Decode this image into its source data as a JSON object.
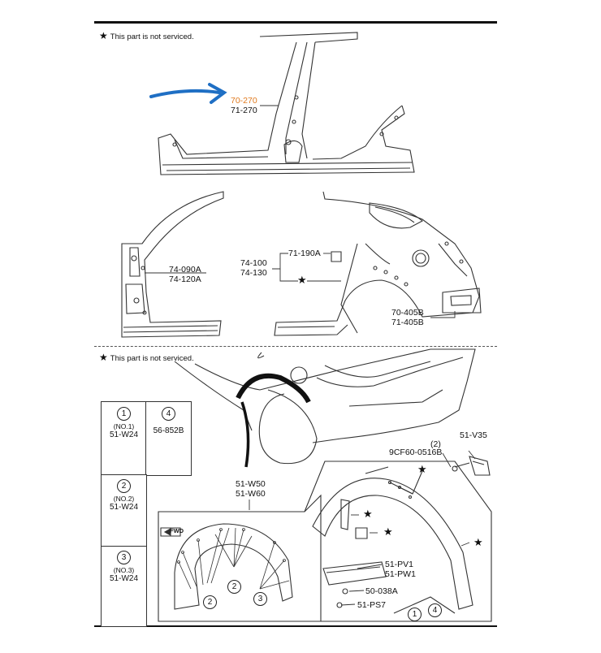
{
  "notes": {
    "top": "This part is not serviced.",
    "bottom": "This part is not serviced.",
    "star_glyph": "★"
  },
  "upper_section": {
    "side_frame": {
      "part_a": "70-270",
      "part_b": "71-270",
      "highlight_color": "#e07a1f",
      "arrow_color": "#1f6fc4"
    },
    "left_quarter": {
      "part_a": "74-090A",
      "part_b": "74-120A"
    },
    "right_quarter": {
      "part_a": "74-100",
      "part_b": "74-130",
      "fuel_lid": "71-190A",
      "star": "★"
    },
    "rear_panel": {
      "part_a": "70-405B",
      "part_b": "71-405B"
    }
  },
  "fasteners_table": {
    "cells": [
      {
        "num": "1",
        "sub": "(NO.1)",
        "part": "51-W24"
      },
      {
        "num": "4",
        "sub": "",
        "part": "56-852B"
      },
      {
        "num": "2",
        "sub": "(NO.2)",
        "part": "51-W24"
      },
      {
        "num": "3",
        "sub": "(NO.3)",
        "part": "51-W24"
      }
    ]
  },
  "lower_section": {
    "fender_liner": {
      "part_a": "51-W50",
      "part_b": "51-W60",
      "fwd": "FWD"
    },
    "bracket": {
      "part": "51-V35",
      "qty": "(2)",
      "bolt": "9CF60-0516B"
    },
    "flare": {
      "part_a": "51-PV1",
      "part_b": "51-PW1",
      "clip": "50-038A",
      "nut": "51-PS7"
    },
    "callouts": {
      "c1": "1",
      "c2": "2",
      "c3": "3",
      "c4": "4"
    },
    "stars": "★"
  }
}
